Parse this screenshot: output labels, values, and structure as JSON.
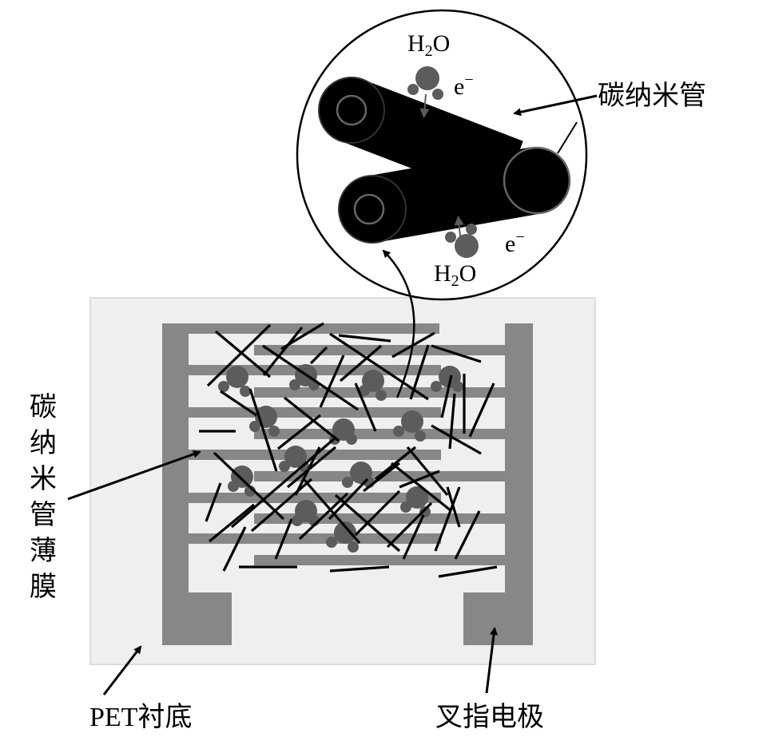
{
  "labels": {
    "cnt_top": "碳纳米管",
    "cnt_film_chars": [
      "碳",
      "纳",
      "米",
      "管",
      "薄",
      "膜"
    ],
    "pet_substrate": "PET衬底",
    "electrode": "叉指电极"
  },
  "chem": {
    "h2o_top": {
      "main": "H",
      "sub": "2",
      "tail": "O"
    },
    "h2o_bottom": {
      "main": "H",
      "sub": "2",
      "tail": "O"
    },
    "electron_top": {
      "main": "e",
      "sup": "−"
    },
    "electron_bottom": {
      "main": "e",
      "sup": "−"
    }
  },
  "colors": {
    "substrate": "#efefef",
    "electrode": "#878787",
    "molecule": "#5c5c5c",
    "nanotube": "#000000"
  }
}
